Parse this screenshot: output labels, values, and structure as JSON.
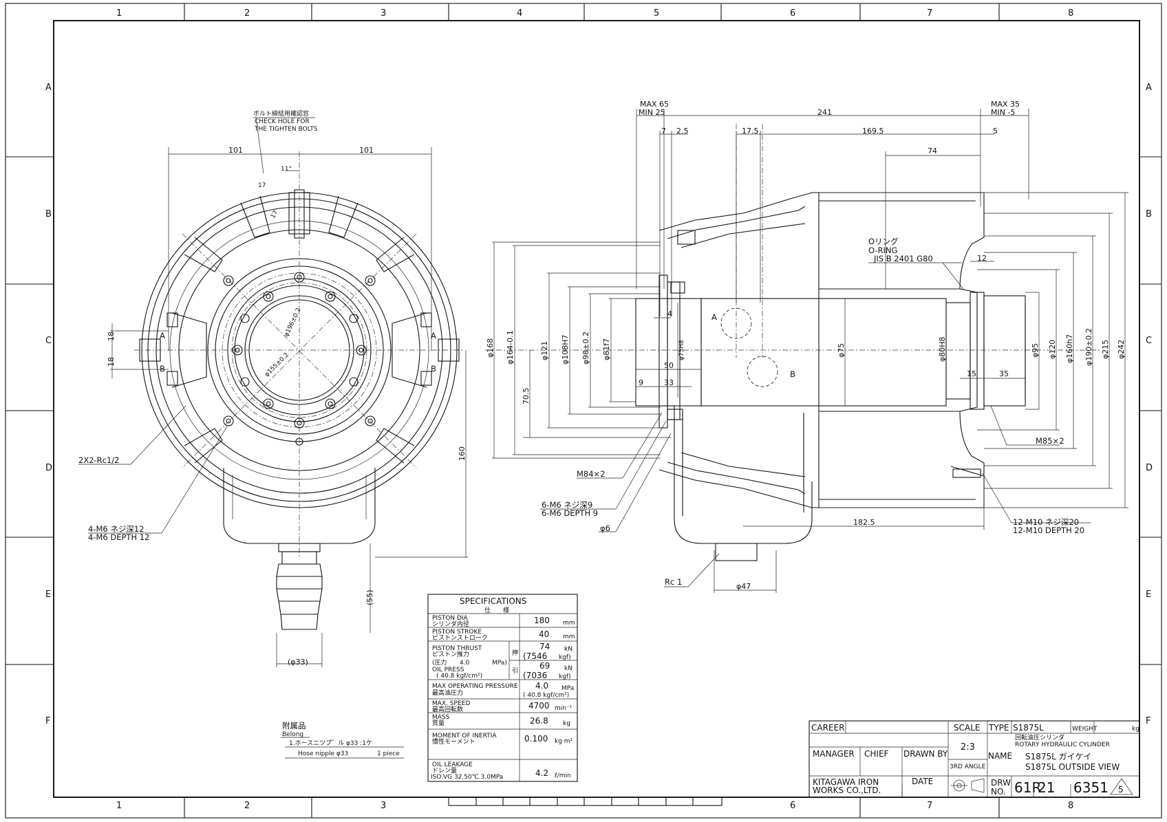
{
  "grid": {
    "cols": [
      "1",
      "2",
      "3",
      "4",
      "5",
      "6",
      "7",
      "8"
    ],
    "rows": [
      "A",
      "B",
      "C",
      "D",
      "E",
      "F"
    ]
  },
  "front_view": {
    "note_jp": "ボルト締結用確認窓",
    "note_en1": "CHECK HOLE FOR",
    "note_en2": "THE TIGHTEN BOLTS",
    "dim_101_left": "101",
    "dim_101_right": "101",
    "dim_11": "11°",
    "dim_17": "17",
    "dim_17b": "17",
    "dim_18_top": "18",
    "dim_18_bot": "18",
    "label_A_left": "A",
    "label_A_right": "A",
    "label_B_left": "B",
    "label_B_right": "B",
    "dim_pcd196": "φ196±0.2",
    "dim_pcd155": "φ155±0.2",
    "dim_160": "160",
    "dim_55": "(55)",
    "dim_33": "(φ33)",
    "callout_ports": "2X2-Rc1/2",
    "callout_m6_jp": "4-M6  ネジ深12",
    "callout_m6_en": "4-M6  DEPTH 12"
  },
  "side_view": {
    "max65": "MAX 65",
    "min25": "MIN 25",
    "dim_241": "241",
    "max35": "MAX 35",
    "min_5": "MIN -5",
    "dim_7": "7",
    "dim_2_5": "2.5",
    "dim_17_5": "17.5",
    "dim_169_5": "169.5",
    "dim_5": "5",
    "dim_74": "74",
    "oring_jp": "Oリング",
    "oring_en": "O-RING",
    "oring_std": "JIS B 2401 G80",
    "dim_12": "12",
    "dim_4": "4",
    "label_A": "A",
    "label_B": "B",
    "dim_168": "φ168",
    "dim_164": "φ164-0.1",
    "dim_121": "φ121",
    "dim_108": "φ108H7",
    "dim_98": "φ98±0.2",
    "dim_81": "φ81f7",
    "dim_75h8": "φ75H8",
    "dim_75": "φ75",
    "dim_80": "φ80H8",
    "dim_95": "φ95",
    "dim_120": "φ120",
    "dim_160h7": "φ160h7",
    "dim_190": "φ190±0.2",
    "dim_215": "φ215",
    "dim_242": "φ242",
    "dim_50": "50",
    "dim_9": "9",
    "dim_33": "33",
    "dim_70_5": "70.5",
    "dim_15": "15",
    "dim_35": "35",
    "callout_m85": "M85×2",
    "callout_m84": "M84×2",
    "callout_6m6_jp": "6-M6  ネジ深9",
    "callout_6m6_en": "6-M6  DEPTH 9",
    "callout_phi6": "φ6",
    "callout_12m10_jp": "12-M10  ネジ深20",
    "callout_12m10_en": "12-M10  DEPTH 20",
    "dim_182_5": "182.5",
    "callout_rc1": "Rc  1",
    "dim_47": "φ47"
  },
  "spec_table": {
    "title": "SPECIFICATIONS",
    "title_jp": "仕　　様",
    "rows": [
      {
        "en": "PISTON DIA",
        "jp": "シリンダ内径",
        "value": "180",
        "unit": "mm"
      },
      {
        "en": "PISTON STROKE",
        "jp": "ピストンストローク",
        "value": "40",
        "unit": "mm"
      },
      {
        "en": "MAX OPERATING PRESSURE",
        "jp": "最高油圧力",
        "value": "4.0",
        "unit": "MPa",
        "value2": "( 40.8 kgf/cm²)"
      },
      {
        "en": "MAX. SPEED",
        "jp": "最高回転数",
        "value": "4700",
        "unit": "min⁻¹"
      },
      {
        "en": "MASS",
        "jp": "質量",
        "value": "26.8",
        "unit": "kg"
      },
      {
        "en": "MOMENT OF INERTIA",
        "jp": "慣性モーメント",
        "value": "0.100",
        "unit": "kg·m²"
      },
      {
        "en": "OIL LEAKAGE",
        "jp": "ドレン量",
        "note": "ISO.VG 32.50℃.3.0MPa",
        "value": "4.2",
        "unit": "ℓ/min"
      }
    ],
    "thrust": {
      "en": "PISTON THRUST",
      "jp": "ピストン推力",
      "press_label": "(圧力",
      "press_val": "4.0",
      "press_unit": "MPa)",
      "oil_press": "OIL PRESS",
      "oil_press2": "( 40.8  kgf/cm²)",
      "push_jp": "押",
      "pull_jp": "引",
      "push_kn": "74",
      "push_kgf": "(7546",
      "pull_kn": "69",
      "pull_kgf": "(7036",
      "unit_kn": "kN",
      "unit_kgf": "kgf)"
    }
  },
  "accessories": {
    "title_jp": "附属品",
    "title_en": "Belong",
    "item_jp": "1.ホースニツプ゛ル  φ33  :1ケ",
    "item_en": "Hose nipple φ33",
    "item_qty": "1 piece"
  },
  "title_block": {
    "career": "CAREER",
    "scale_label": "SCALE",
    "scale": "2:3",
    "type_label": "TYPE",
    "type": "S1875L",
    "weight_label": "WEIGHT",
    "weight_unit": "kg",
    "name_jp": "回転油圧シリンダ",
    "name_en": "ROTARY HYDRAULIC CYLINDER",
    "name_label": "NAME",
    "view_jp": "S1875L  ガイケイ",
    "view_en": "S1875L  OUTSIDE VIEW",
    "manager": "MANAGER",
    "chief": "CHIEF",
    "drawn_by": "DRAWN BY",
    "projection": "3RD ANGLE",
    "company1": "KITAGAWA IRON",
    "company2": "WORKS CO.,LTD.",
    "date": "DATE",
    "drw_label1": "DRW",
    "drw_label2": "NO.",
    "drw_no_a": "61R",
    "drw_no_b": "21",
    "drw_no_c": "6351",
    "revision": "5"
  }
}
